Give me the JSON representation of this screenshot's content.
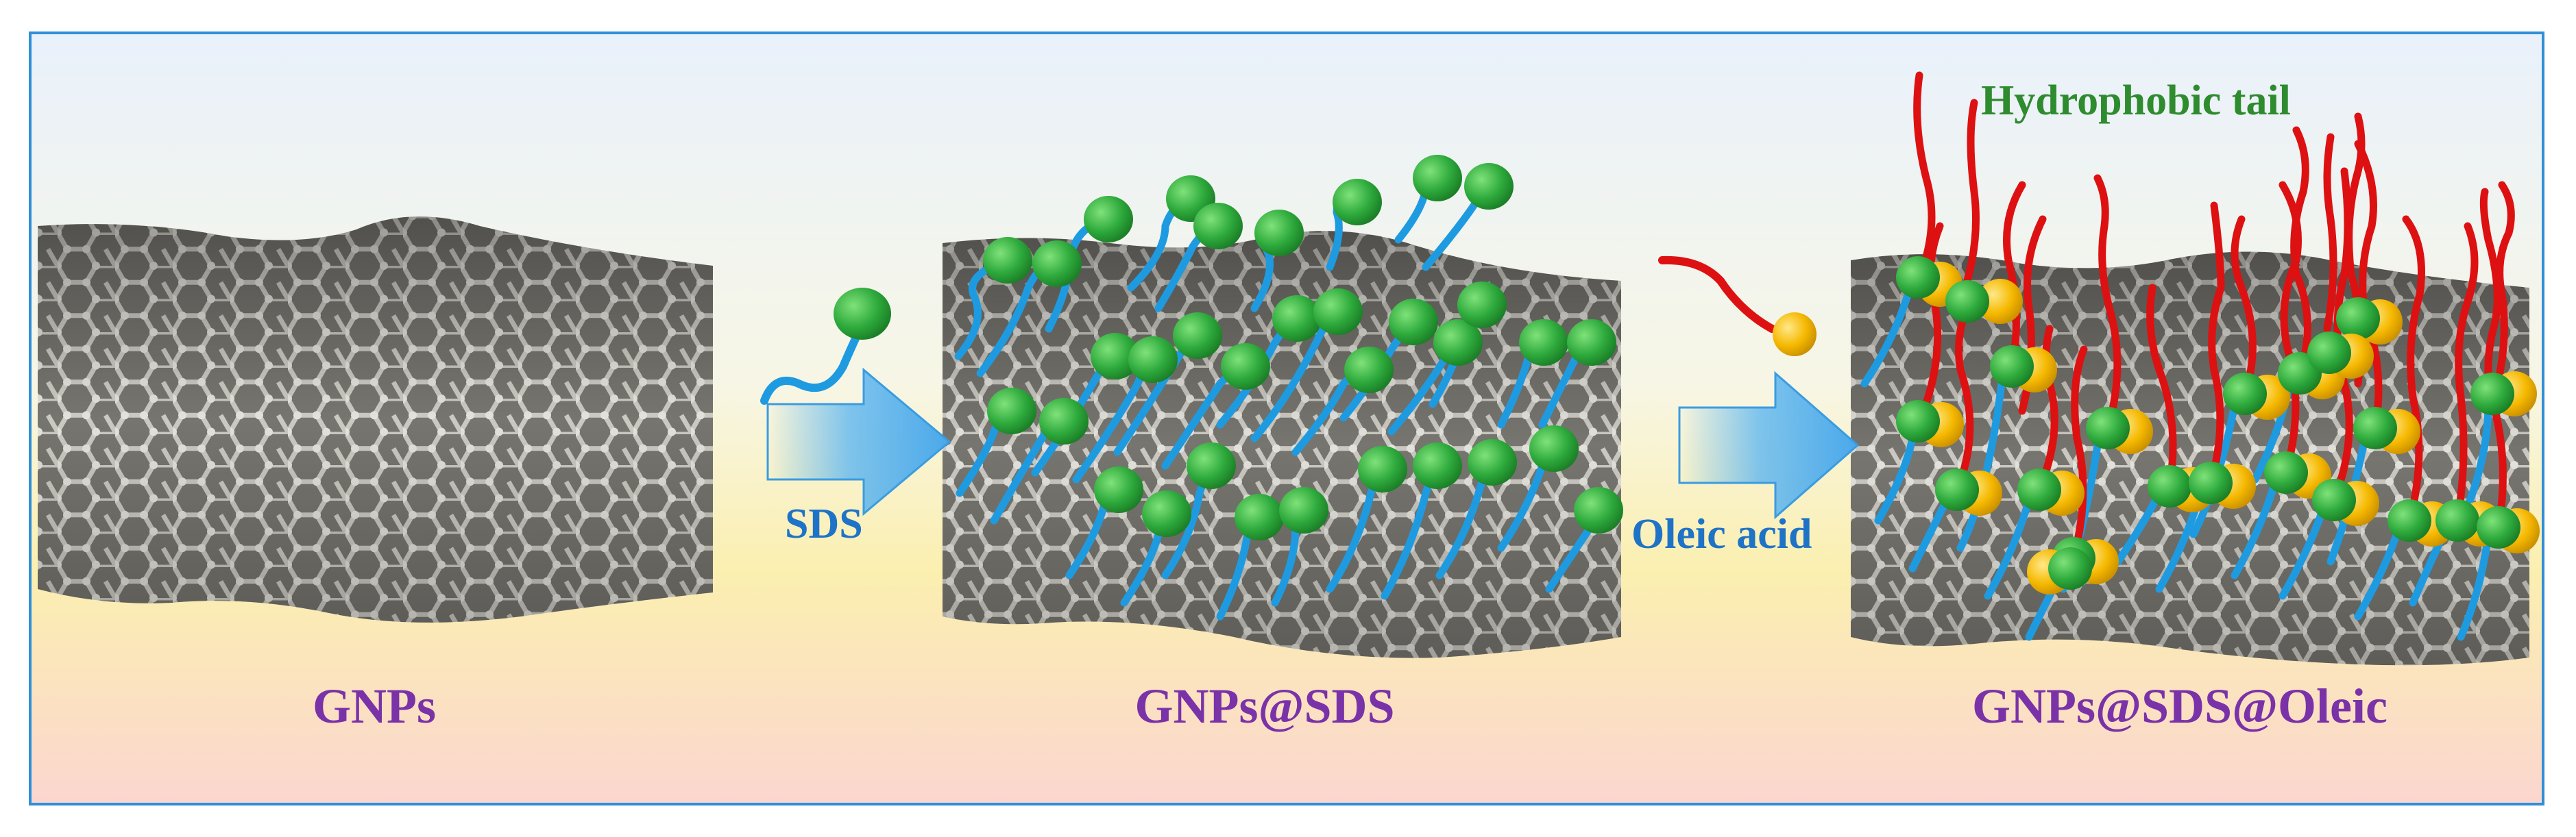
{
  "stages": [
    {
      "id": "gnps",
      "label": "GNPs"
    },
    {
      "id": "gnps-sds",
      "label": "GNPs@SDS"
    },
    {
      "id": "gnps-sds-oleic",
      "label": "GNPs@SDS@Oleic"
    }
  ],
  "steps": [
    {
      "id": "step-1",
      "reagent": "SDS"
    },
    {
      "id": "step-2",
      "reagent": "Oleic acid"
    }
  ],
  "annotations": {
    "tail": "Hydrophobic tail"
  },
  "colors": {
    "frame": "#2f8fd8",
    "stage_label": "#7a32a8",
    "reagent_label": "#1f73c7",
    "annotation": "#2e8b2e",
    "sds_head": "#2eaa3c",
    "sds_tail": "#1e9be0",
    "oleic_head": "#f5b800",
    "oleic_tail": "#dd1111",
    "graphene": "#8c8a84"
  }
}
